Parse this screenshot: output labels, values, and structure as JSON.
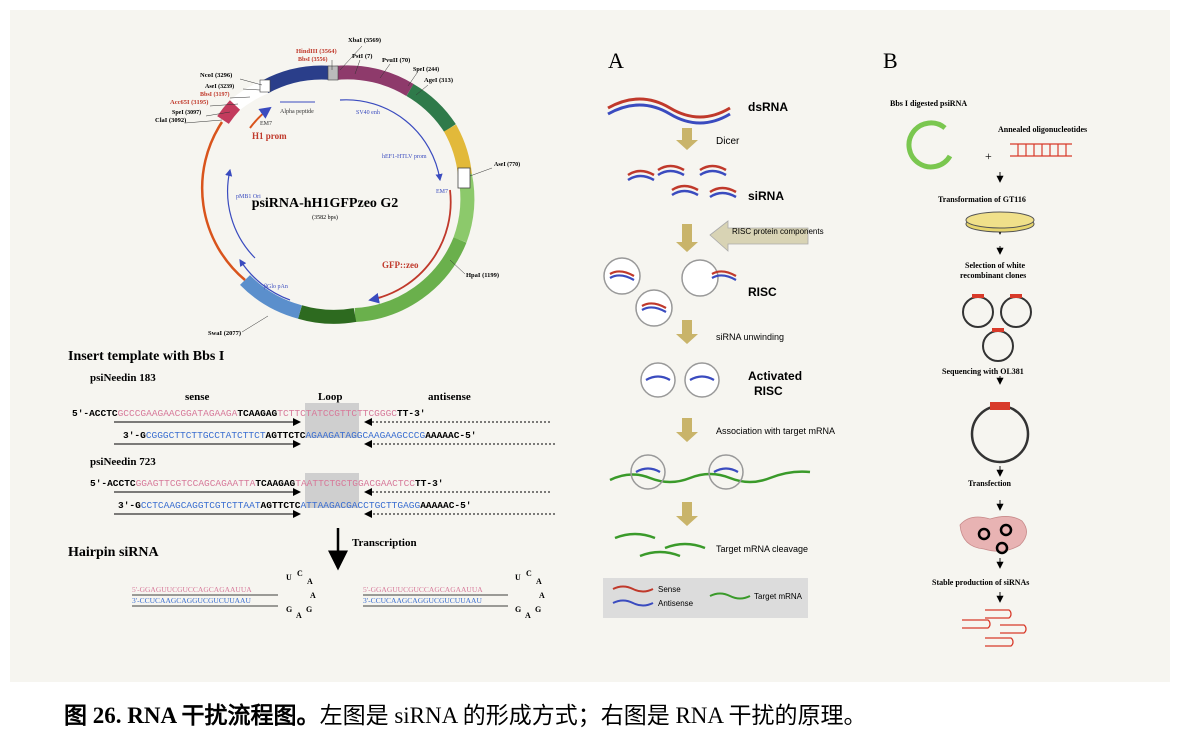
{
  "panel_a_letter": "A",
  "panel_b_letter": "B",
  "plasmid": {
    "name": "psiRNA-hH1GFPzeo G2",
    "size": "(3582 bps)",
    "sites": {
      "xbai": "XbaI (3569)",
      "hindiii": "HindIII (3564)",
      "bbsi_3556": "BbsI (3556)",
      "psti": "PstI (7)",
      "pvuii": "PvuII (70)",
      "spei_244": "SpeI (244)",
      "agei": "AgeI (313)",
      "ncoi": "NcoI (3296)",
      "asei_3239": "AseI (3239)",
      "bbsi_3197": "BbsI (3197)",
      "acc65i": "Acc65I (3195)",
      "spei_3097": "SpeI (3097)",
      "clai": "ClaI (3092)",
      "asei_770": "AseI (770)",
      "hpai": "HpaI (1199)",
      "swai": "SwaI (2077)"
    },
    "features": {
      "alpha_peptide": "Alpha peptide",
      "em7_left": "EM7",
      "h1_prom": "H1 prom",
      "sv40_enh": "SV40 enh",
      "hef1": "hEF1-HTLV prom",
      "em7_right": "EM7",
      "pmb1_ori": "pMB1 Ori",
      "gfp_zeo": "GFP::zeo",
      "bglo_pan": "βGlo pAn"
    }
  },
  "insert": {
    "heading": "Insert template with Bbs I",
    "psi183": "psiNeedin 183",
    "sense": "sense",
    "loop": "Loop",
    "antisense": "antisense",
    "s1_top_prefix": "5'-ACCTC",
    "s1_top_pink": "GCCCGAAGAACGGATAGAAGA",
    "s1_top_loop": "TCAAGAG",
    "s1_top_pink2": "TCTTCTATCCGTTCTTCGGGC",
    "s1_top_suffix": "TT-3'",
    "s1_bot_prefix": "3'-G",
    "s1_bot_blue": "CGGGCTTCTTGCCTATCTTCT",
    "s1_bot_loop": "AGTTCTC",
    "s1_bot_blue2": "AGAAGATAGGCAAGAAGCCCG",
    "s1_bot_suffix": "AAAAAC-5'",
    "psi723": "psiNeedin 723",
    "s2_top_prefix": "5'-ACCTC",
    "s2_top_pink": "GGAGTTCGTCCAGCAGAATTA",
    "s2_top_loop": "TCAAGAG",
    "s2_top_pink2": "TAATTCTGCTGGACGAACTCC",
    "s2_top_suffix": "TT-3'",
    "s2_bot_prefix": "3'-G",
    "s2_bot_blue": "CCTCAAGCAGGTCGTCTTAAT",
    "s2_bot_loop": "AGTTCTC",
    "s2_bot_blue2": "ATTAAGACGACCTGCTTGAGG",
    "s2_bot_suffix": "AAAAAC-5'",
    "hairpin_heading": "Hairpin siRNA",
    "transcription": "Transcription",
    "hp1_top": "5'-GGAGUUCGUCCAGCAGAAUUA",
    "hp1_bot": "3'-CCUCAAGCAGGUCGUCUUAAU",
    "hp2_top": "5'-GGAGUUCGUCCAGCAGAAUUA",
    "hp2_bot": "3'-CCUCAAGCAGGUCGUCUUAAU",
    "loop_letters": [
      "U",
      "C",
      "A",
      "A",
      "G",
      "A",
      "G"
    ]
  },
  "panel_a": {
    "dsrna": "dsRNA",
    "dicer": "Dicer",
    "sirna": "siRNA",
    "risc_protein": "RISC protein components",
    "risc": "RISC",
    "unwinding": "siRNA unwinding",
    "activated": "Activated",
    "activated2": "RISC",
    "association": "Association with target mRNA",
    "cleavage": "Target mRNA cleavage",
    "legend_sense": "Sense",
    "legend_antisense": "Antisense",
    "legend_target": "Target mRNA"
  },
  "panel_b": {
    "bbs_digested": "Bbs I digested psiRNA",
    "annealed": "Annealed oligonucleotides",
    "plus": "+",
    "transformation": "Transformation of GT116",
    "selection1": "Selection of white",
    "selection2": "recombinant clones",
    "sequencing": "Sequencing with OL381",
    "transfection": "Transfection",
    "stable": "Stable production of siRNAs"
  },
  "caption": {
    "lead": "图 26. RNA 干扰流程图。",
    "rest": "左图是 siRNA 的形成方式；右图是 RNA  干扰的原理。"
  },
  "colors": {
    "sense": "#c0392b",
    "antisense": "#3a4bbf",
    "target": "#3a9a2a",
    "pink_seq": "#d77a9a",
    "blue_seq": "#3a6ed0"
  }
}
